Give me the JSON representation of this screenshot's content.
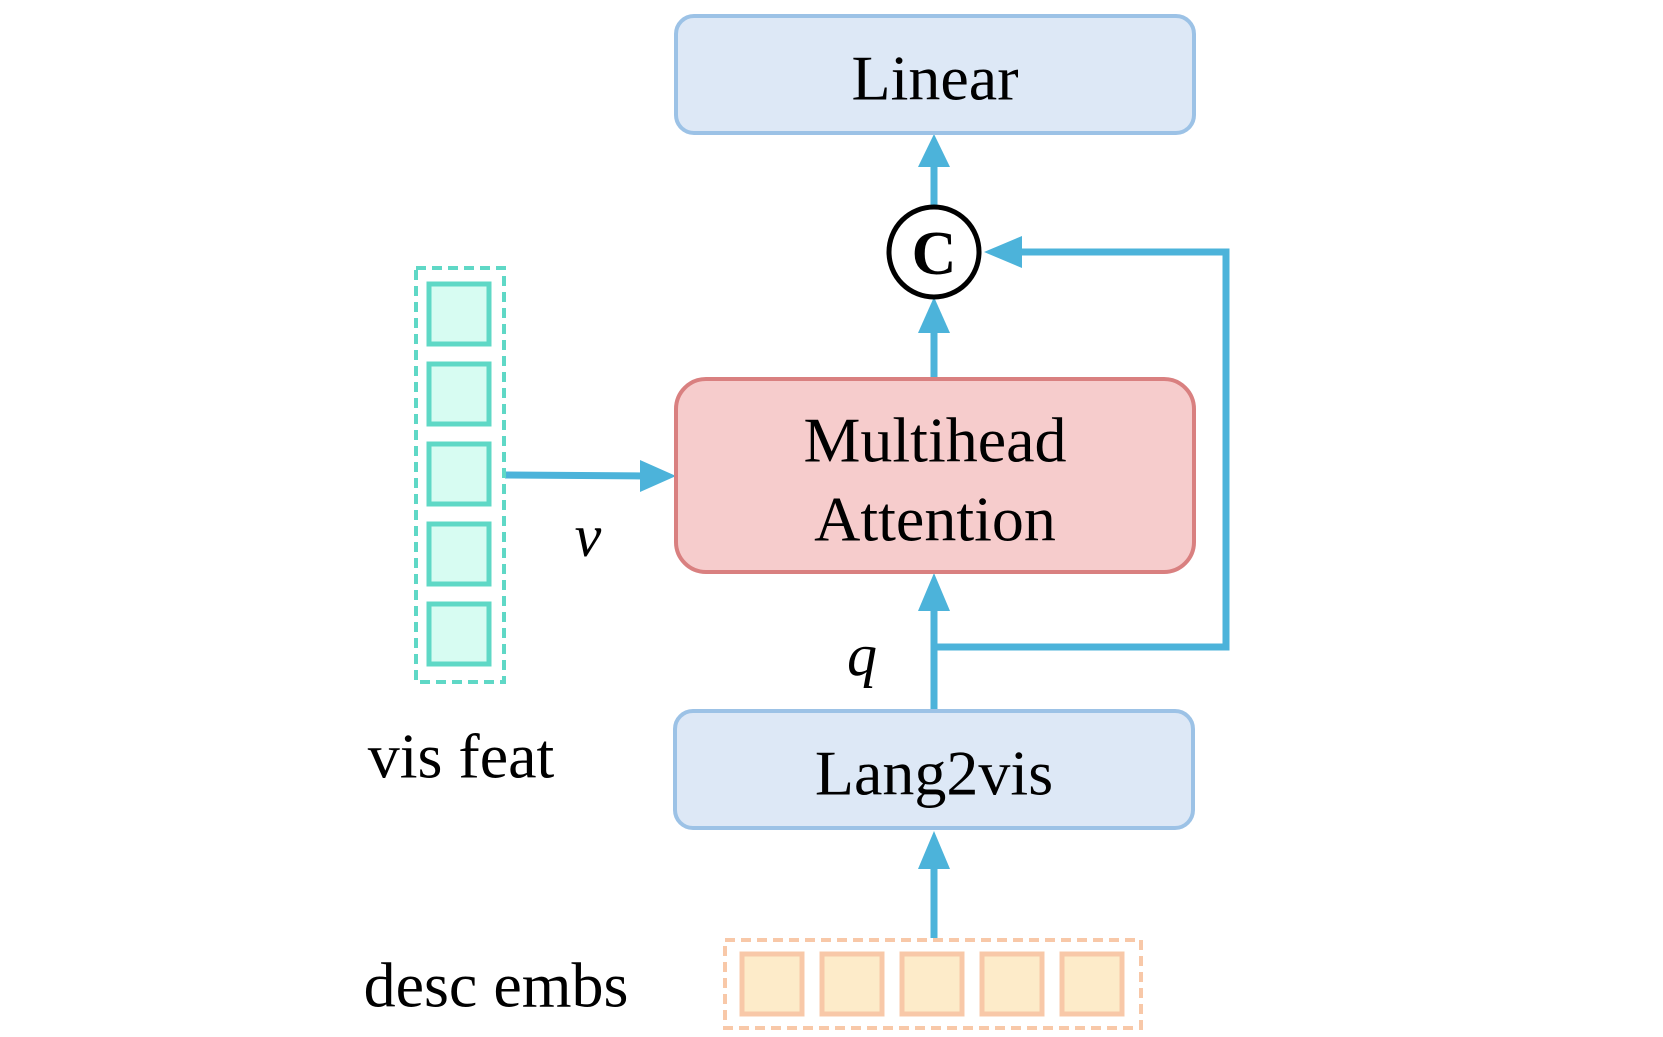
{
  "nodes": {
    "linear": {
      "label": "Linear"
    },
    "concat": {
      "label": "C"
    },
    "attention": {
      "label_line1": "Multihead",
      "label_line2": "Attention"
    },
    "lang2vis": {
      "label": "Lang2vis"
    }
  },
  "labels": {
    "v": "v",
    "q": "q",
    "vis_feat": "vis feat",
    "desc_embs": "desc embs"
  },
  "vis_feat_cells": 5,
  "desc_embs_cells": 5,
  "colors": {
    "arrow": "#4cb3da",
    "blue_fill": "#dde8f6",
    "blue_stroke": "#9cc2e6",
    "red_fill": "#f6cccc",
    "red_stroke": "#d98080",
    "vis_fill": "#d7fcf2",
    "vis_stroke": "#5fd8c6",
    "desc_fill": "#fdebc9",
    "desc_stroke": "#f8c8a8"
  }
}
